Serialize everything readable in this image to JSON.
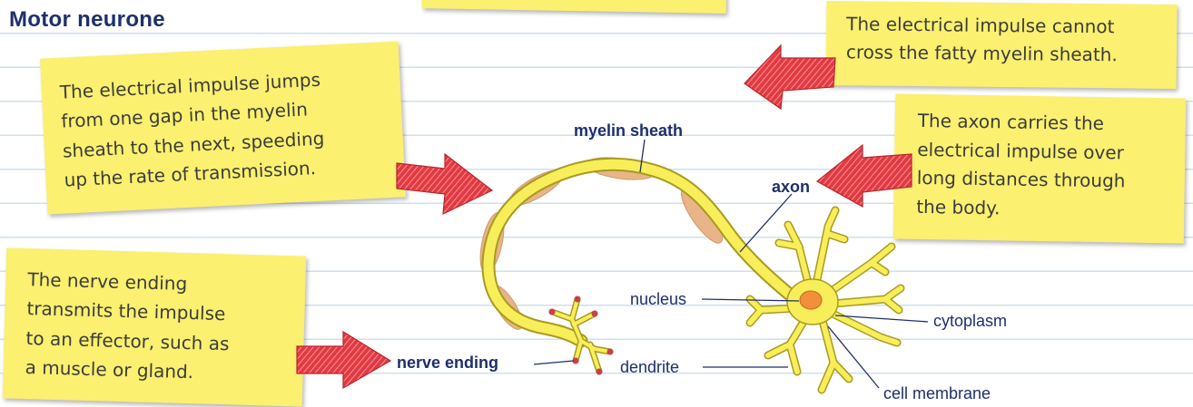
{
  "title": "Motor neurone",
  "notes": {
    "myelin": "The electrical impulse cannot\ncross the fatty myelin sheath.",
    "jump": "The electrical impulse jumps\nfrom one gap in the myelin\nsheath to the next, speeding\nup the rate of transmission.",
    "axon": "The axon carries the\nelectrical impulse over\nlong distances through\nthe body.",
    "ending": "The nerve ending\ntransmits the impulse\nto an effector, such as\na muscle or gland."
  },
  "labels": {
    "myelin_sheath": "myelin sheath",
    "axon": "axon",
    "nucleus": "nucleus",
    "cytoplasm": "cytoplasm",
    "nerve_ending": "nerve ending",
    "dendrite": "dendrite",
    "cell_membrane": "cell membrane"
  },
  "colors": {
    "note": "#fbf06f",
    "arrow": "#d8323a",
    "myelin": "#e8b488",
    "cell": "#f7ee5a",
    "nucleus": "#f0903a",
    "label": "#1e2f6b"
  }
}
